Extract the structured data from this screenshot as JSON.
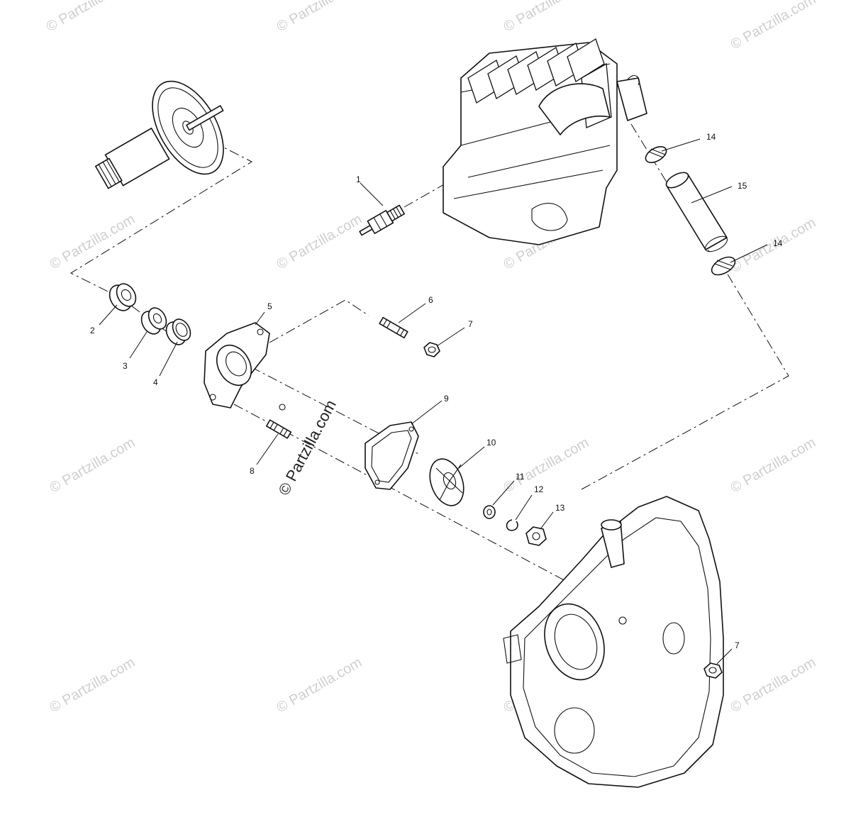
{
  "watermark": {
    "text": "© Partzilla.com",
    "main_text": "© Partzilla.com"
  },
  "callouts": [
    {
      "id": "c1",
      "label": "1"
    },
    {
      "id": "c2",
      "label": "2"
    },
    {
      "id": "c3",
      "label": "3"
    },
    {
      "id": "c4",
      "label": "4"
    },
    {
      "id": "c5",
      "label": "5"
    },
    {
      "id": "c6",
      "label": "6"
    },
    {
      "id": "c7a",
      "label": "7"
    },
    {
      "id": "c7b",
      "label": "7"
    },
    {
      "id": "c8",
      "label": "8"
    },
    {
      "id": "c9",
      "label": "9"
    },
    {
      "id": "c10",
      "label": "10"
    },
    {
      "id": "c11",
      "label": "11"
    },
    {
      "id": "c12",
      "label": "12"
    },
    {
      "id": "c13",
      "label": "13"
    },
    {
      "id": "c14a",
      "label": "14"
    },
    {
      "id": "c14b",
      "label": "14"
    },
    {
      "id": "c15",
      "label": "15"
    }
  ],
  "colors": {
    "line": "#111111",
    "background": "#ffffff",
    "watermark": "#cfcfcf"
  }
}
